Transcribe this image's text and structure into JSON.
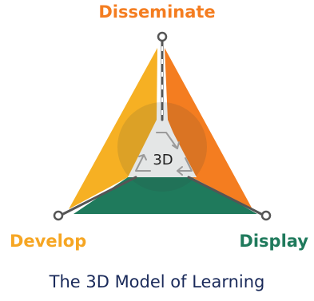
{
  "labels": {
    "top": "Disseminate",
    "left": "Develop",
    "right": "Display"
  },
  "center_label": "3D",
  "caption": "The 3D Model of Learning",
  "colors": {
    "disseminate": "#f47d20",
    "develop": "#f6a623",
    "display": "#1f7a5c",
    "caption": "#1a2a5a",
    "line": "#555555"
  },
  "icons": [
    "recycle-arrows-icon"
  ]
}
